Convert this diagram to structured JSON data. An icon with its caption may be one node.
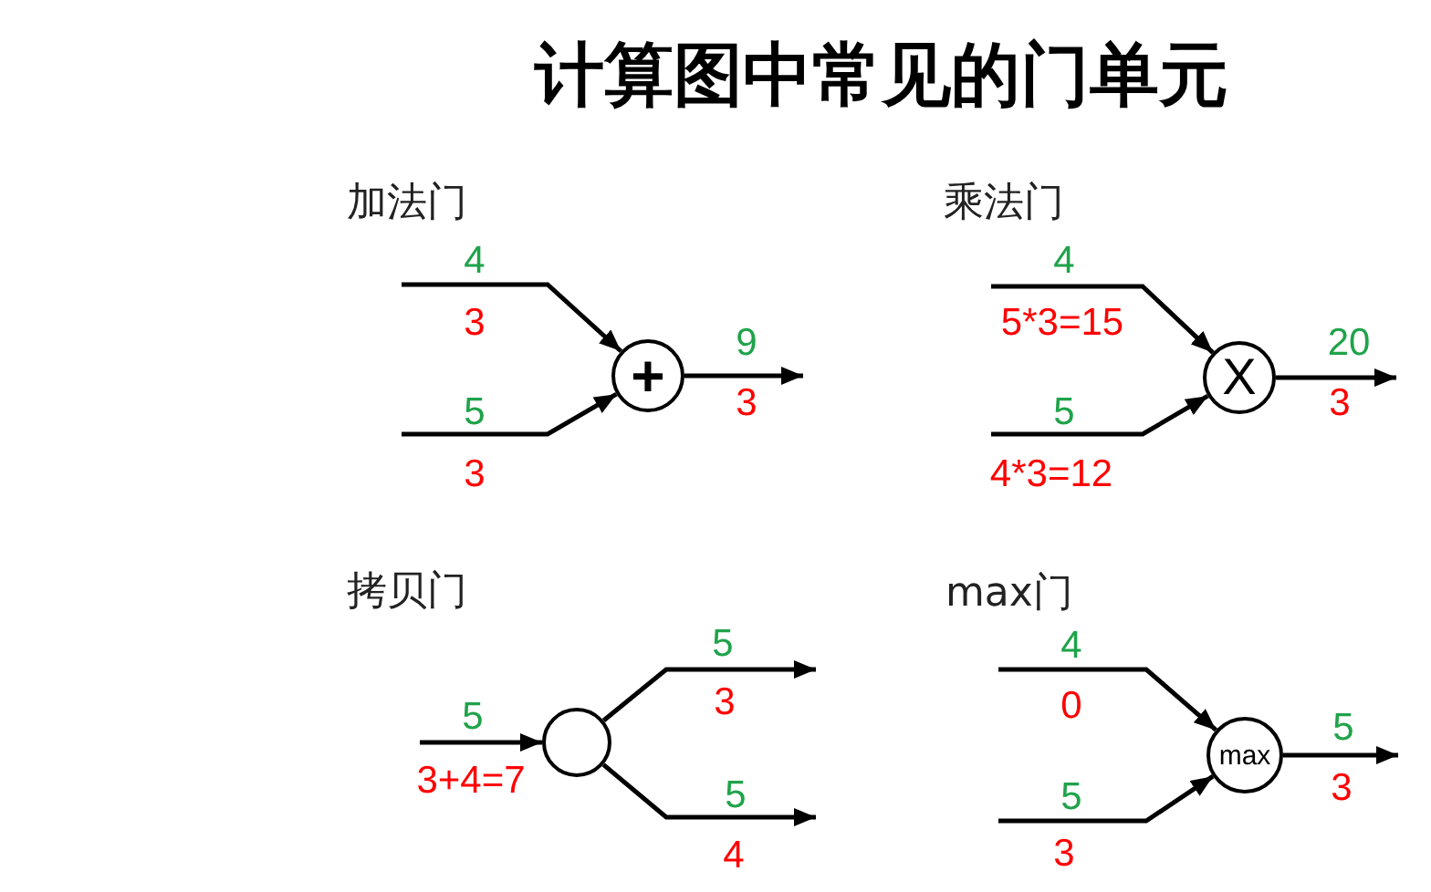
{
  "diagram": {
    "title": "计算图中常见的门单元",
    "nodes": [
      {
        "text": [
          "+"
        ]
      },
      {
        "text": [
          "X"
        ]
      },
      {
        "text": [],
        "shape": "circle"
      },
      {
        "text": [
          "max"
        ]
      }
    ],
    "edges": [
      {
        "from": null,
        "to": 0,
        "arrow": "to",
        "label": "4"
      },
      {
        "from": null,
        "to": 0,
        "arrow": "to",
        "label": "5"
      },
      {
        "from": 0,
        "to": null,
        "arrow": "to",
        "label": "9"
      },
      {
        "from": null,
        "to": 1,
        "arrow": "to",
        "label": "4"
      },
      {
        "from": null,
        "to": 1,
        "arrow": "to",
        "label": "5"
      },
      {
        "from": 1,
        "to": null,
        "arrow": "to",
        "label": "20"
      },
      {
        "from": null,
        "to": 2,
        "arrow": "to",
        "label": "5"
      },
      {
        "from": 2,
        "to": null,
        "arrow": "to",
        "label": "5"
      },
      {
        "from": 2,
        "to": null,
        "arrow": "to",
        "label": "5"
      },
      {
        "from": null,
        "to": 3,
        "arrow": "to",
        "label": "4"
      },
      {
        "from": null,
        "to": 3,
        "arrow": "to",
        "label": "5"
      },
      {
        "from": 3,
        "to": null,
        "arrow": "to",
        "label": "5"
      }
    ],
    "labels": [
      "加法门",
      "乘法门",
      "3",
      "3",
      "3",
      "5*3=15",
      "4*3=12",
      "3",
      "拷贝门",
      "max门",
      "3+4=7",
      "3",
      "4",
      "0",
      "3",
      "3"
    ]
  }
}
